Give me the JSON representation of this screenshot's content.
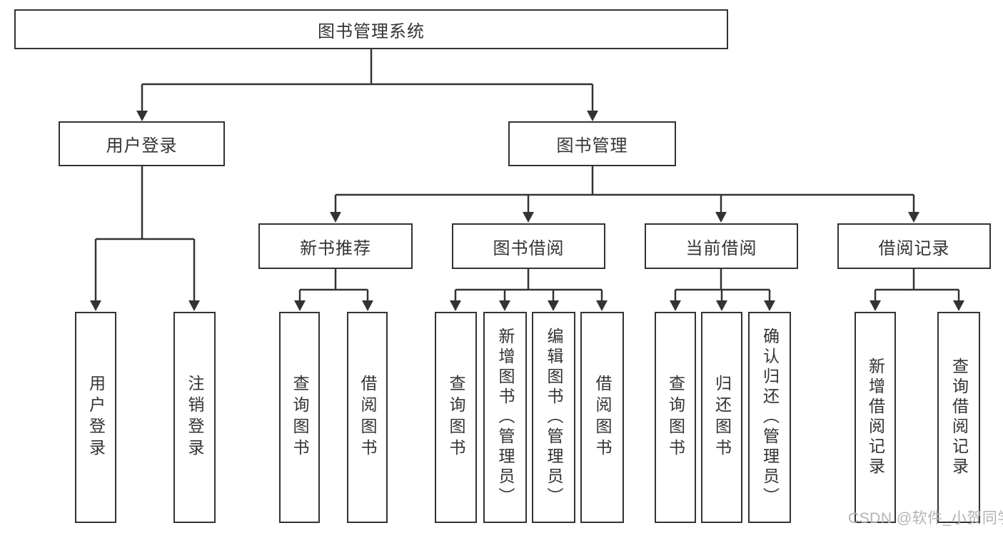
{
  "diagram": {
    "type": "tree",
    "title": "图书管理系统",
    "watermark": "CSDN @软件_小贺同学",
    "colors": {
      "line": "#333333",
      "box_border": "#333333",
      "text": "#333333",
      "watermark": "#b3b3b3",
      "background": "#ffffff"
    },
    "nodes": {
      "root": {
        "label": "图书管理系统",
        "parent": null
      },
      "user_login": {
        "label": "用户登录",
        "parent": "root"
      },
      "book_mgmt": {
        "label": "图书管理",
        "parent": "root"
      },
      "new_book_rec": {
        "label": "新书推荐",
        "parent": "book_mgmt"
      },
      "book_borrow": {
        "label": "图书借阅",
        "parent": "book_mgmt"
      },
      "current_borrow": {
        "label": "当前借阅",
        "parent": "book_mgmt"
      },
      "borrow_record": {
        "label": "借阅记录",
        "parent": "book_mgmt"
      },
      "leaf_user_login": {
        "label": "用户登录",
        "parent": "user_login"
      },
      "leaf_logout": {
        "label": "注销登录",
        "parent": "user_login"
      },
      "leaf_nbr_query": {
        "label": "查询图书",
        "parent": "new_book_rec"
      },
      "leaf_nbr_borrow": {
        "label": "借阅图书",
        "parent": "new_book_rec"
      },
      "leaf_bb_query": {
        "label": "查询图书",
        "parent": "book_borrow"
      },
      "leaf_bb_add": {
        "label": "新增图书（管理员）",
        "parent": "book_borrow"
      },
      "leaf_bb_edit": {
        "label": "编辑图书（管理员）",
        "parent": "book_borrow"
      },
      "leaf_bb_borrow": {
        "label": "借阅图书",
        "parent": "book_borrow"
      },
      "leaf_cb_query": {
        "label": "查询图书",
        "parent": "current_borrow"
      },
      "leaf_cb_return": {
        "label": "归还图书",
        "parent": "current_borrow"
      },
      "leaf_cb_confirm": {
        "label": "确认归还（管理员）",
        "parent": "current_borrow"
      },
      "leaf_br_add": {
        "label": "新增借阅记录",
        "parent": "borrow_record"
      },
      "leaf_br_query": {
        "label": "查询借阅记录",
        "parent": "borrow_record"
      }
    }
  }
}
